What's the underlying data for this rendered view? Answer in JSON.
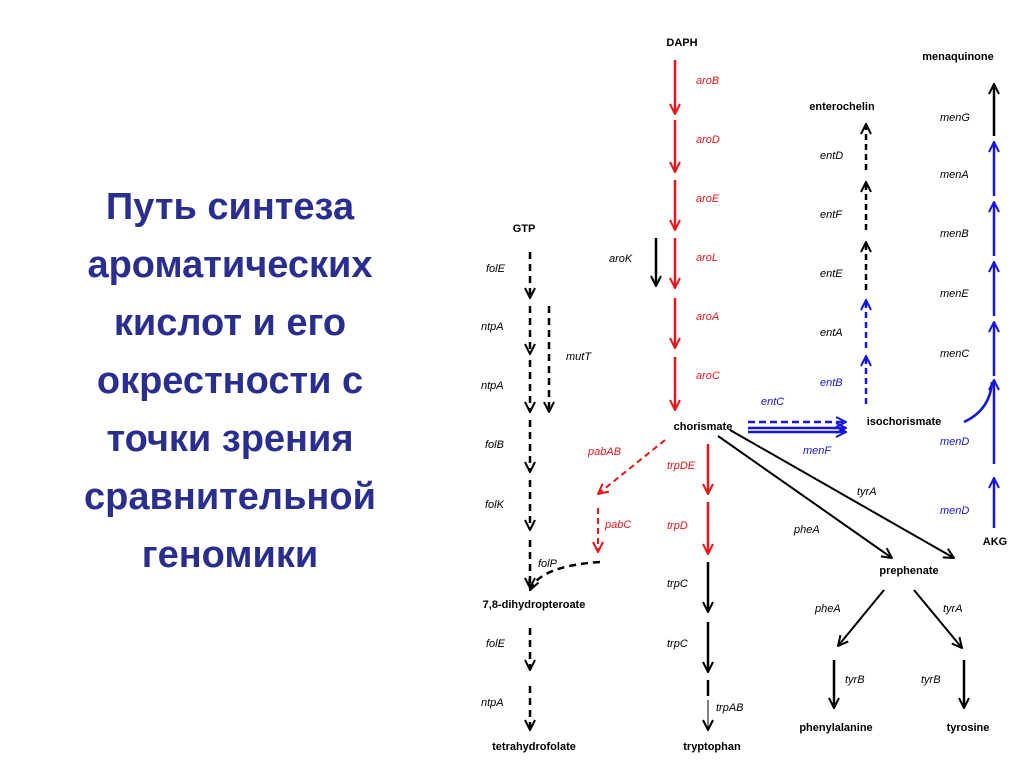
{
  "title_lines": [
    "Путь синтеза",
    "ароматических",
    "кислот и его",
    "окрестности с",
    "точки зрения",
    "сравнительной",
    "геномики"
  ],
  "colors": {
    "title": "#2a2f8f",
    "red": "#e8161b",
    "blue": "#1515e0",
    "black": "#000000"
  },
  "nodes": {
    "daph": "DAPH",
    "gtp": "GTP",
    "chorismate": "chorismate",
    "isochorismate": "isochorismate",
    "enterochelin": "enterochelin",
    "menaquinone": "menaquinone",
    "akg": "AKG",
    "prephenate": "prephenate",
    "dihydropteroate": "7,8-dihydropteroate",
    "tetrahydrofolate": "tetrahydrofolate",
    "tryptophan": "tryptophan",
    "phenylalanine": "phenylalanine",
    "tyrosine": "tyrosine"
  },
  "genes": {
    "aroB": "aroB",
    "aroD": "aroD",
    "aroE": "aroE",
    "aroL": "aroL",
    "aroA": "aroA",
    "aroC": "aroC",
    "aroK": "aroK",
    "folE": "folE",
    "ntpA": "ntpA",
    "folB": "folB",
    "folK": "folK",
    "folP": "folP",
    "mutT": "mutT",
    "pabAB": "pabAB",
    "pabC": "pabC",
    "trpDE": "trpDE",
    "trpD": "trpD",
    "trpC": "trpC",
    "trpAB": "trpAB",
    "entC": "entC",
    "entB": "entB",
    "entA": "entA",
    "entE": "entE",
    "entF": "entF",
    "entD": "entD",
    "menF": "menF",
    "menD": "menD",
    "menC": "menC",
    "menE": "menE",
    "menB": "menB",
    "menA": "menA",
    "menG": "menG",
    "tyrA": "tyrA",
    "pheA": "pheA",
    "tyrB": "tyrB"
  }
}
